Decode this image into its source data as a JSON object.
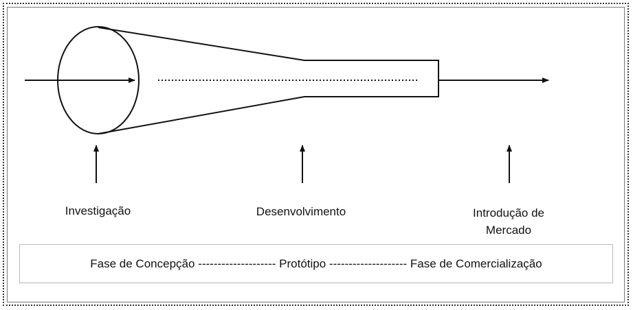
{
  "stages": {
    "investigation": "Investigação",
    "development": "Desenvolvimento",
    "market_line1": "Introdução de",
    "market_line2": "Mercado"
  },
  "phase_bar": {
    "phase1": "Fase de Concepção",
    "sep1": "--------------------",
    "phase2": "Protótipo",
    "sep2": "--------------------",
    "phase3": "Fase de Comercialização"
  },
  "colors": {
    "stroke": "#111111",
    "phase_box_border": "#b8b8b8"
  }
}
